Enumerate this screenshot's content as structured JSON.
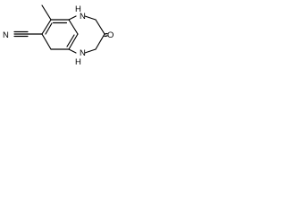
{
  "molecule": {
    "atoms": [
      {
        "id": "n-nitrile",
        "label": "N"
      },
      {
        "id": "nh-upper",
        "label": "H"
      },
      {
        "id": "nh-upper-n",
        "label": "N"
      },
      {
        "id": "o-carbonyl",
        "label": "O"
      },
      {
        "id": "nh-lower-n",
        "label": "N"
      },
      {
        "id": "nh-lower",
        "label": "H"
      }
    ]
  }
}
